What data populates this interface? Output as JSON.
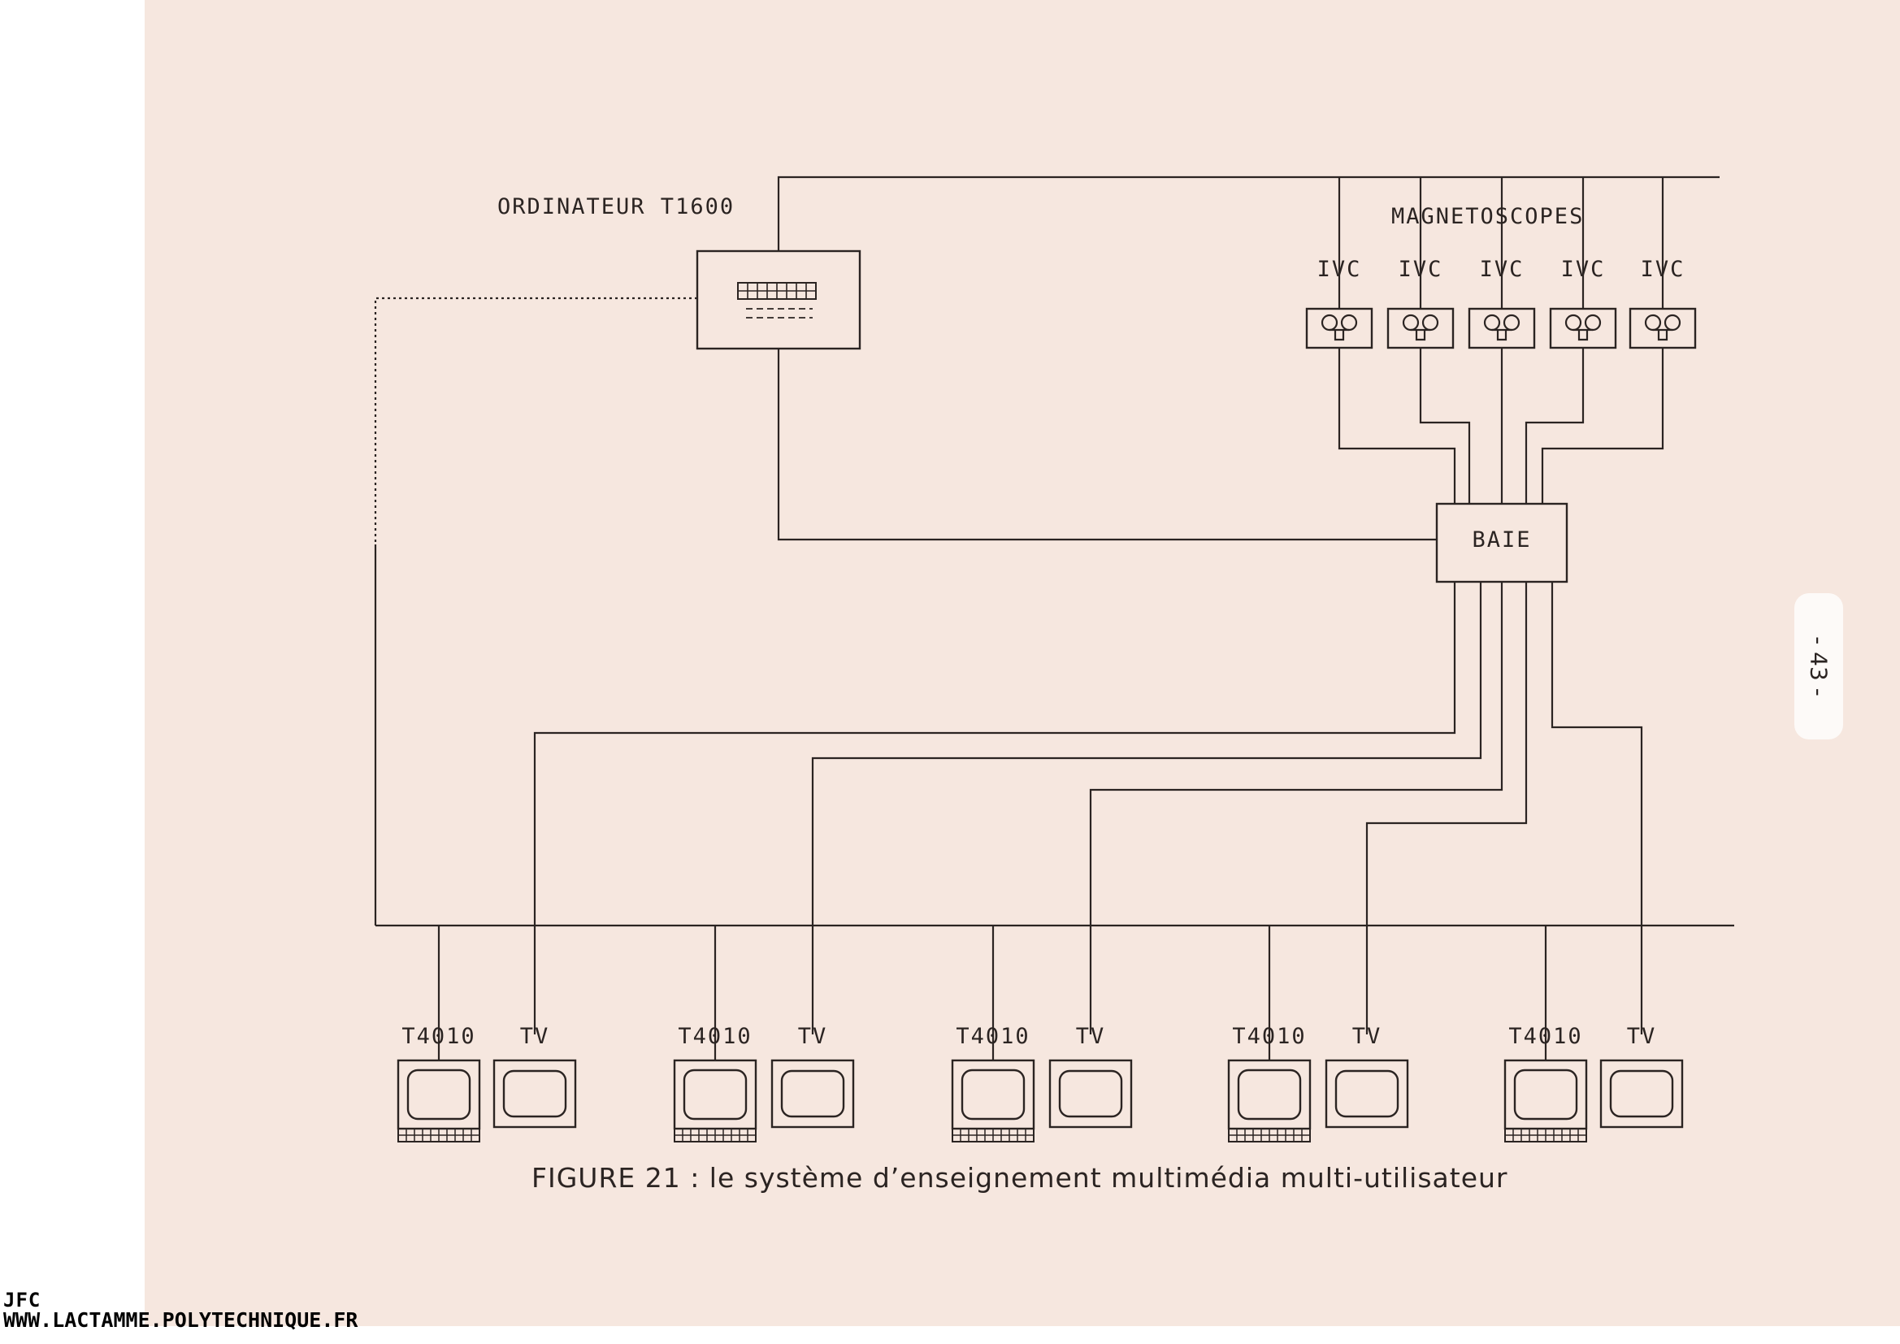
{
  "diagram": {
    "computer": {
      "label": "ORDINATEUR T1600"
    },
    "recorders": {
      "group_label": "MAGNETOSCOPES",
      "units": [
        {
          "label": "IVC"
        },
        {
          "label": "IVC"
        },
        {
          "label": "IVC"
        },
        {
          "label": "IVC"
        },
        {
          "label": "IVC"
        }
      ]
    },
    "rack": {
      "label": "BAIE"
    },
    "stations": [
      {
        "terminal": "T4010",
        "tv": "TV"
      },
      {
        "terminal": "T4010",
        "tv": "TV"
      },
      {
        "terminal": "T4010",
        "tv": "TV"
      },
      {
        "terminal": "T4010",
        "tv": "TV"
      },
      {
        "terminal": "T4010",
        "tv": "TV"
      }
    ],
    "caption": "FIGURE 21 : le système d’enseignement multimédia multi-utilisateur"
  },
  "page_number": "- 43 -",
  "watermark": {
    "logo": "JFC",
    "url": "WWW.LACTAMME.POLYTECHNIQUE.FR"
  },
  "colors": {
    "paper": "#f6e7df",
    "ink": "#2b2422"
  }
}
